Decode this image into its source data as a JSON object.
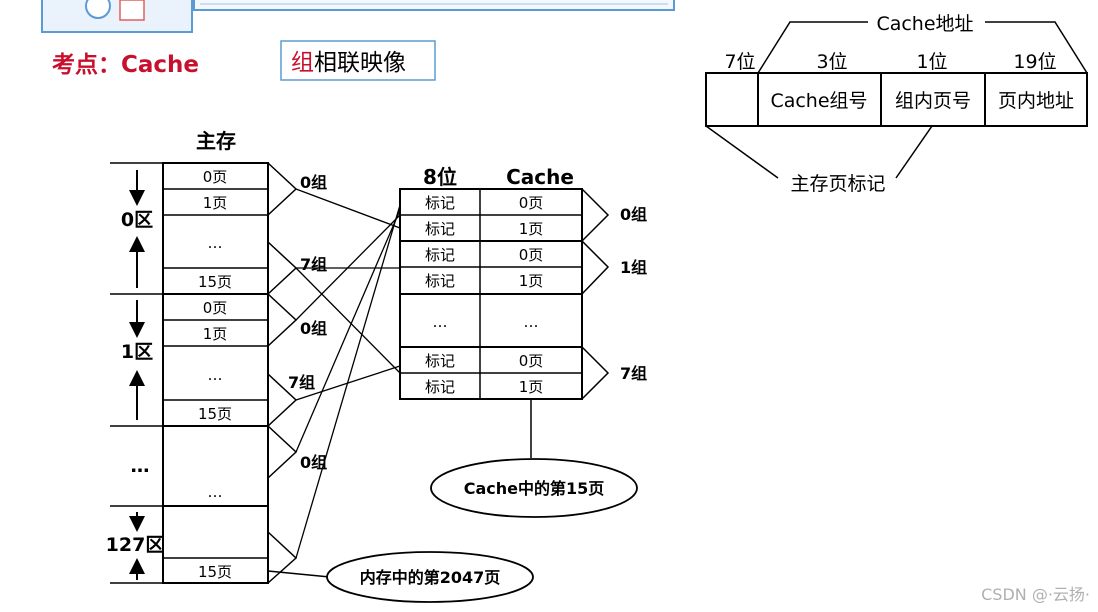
{
  "header": {
    "topic_prefix": "考点：",
    "topic_name": "Cache",
    "title_highlight": "组",
    "title_rest": "相联映像",
    "accent_color": "#c8102e",
    "title_border_color": "#5b9bd5"
  },
  "cache_address": {
    "title": "Cache地址",
    "widths": [
      "7位",
      "3位",
      "1位",
      "19位"
    ],
    "fields": [
      "",
      "Cache组号",
      "组内页号",
      "页内地址"
    ],
    "tag_label": "主存页标记"
  },
  "main_memory": {
    "title": "主存",
    "zone_labels": [
      "0区",
      "1区",
      "…",
      "127区"
    ],
    "zone0_rows": [
      "0页",
      "1页",
      "…",
      "15页"
    ],
    "zone1_rows": [
      "0页",
      "1页",
      "…",
      "15页"
    ],
    "zone_dots_row": "…",
    "zone127_rows": [
      "",
      "15页"
    ],
    "group_labels": [
      "0组",
      "7组",
      "0组",
      "7组",
      "0组"
    ]
  },
  "cache": {
    "tag_header": "8位",
    "title": "Cache",
    "rows": [
      {
        "tag": "标记",
        "page": "0页"
      },
      {
        "tag": "标记",
        "page": "1页"
      },
      {
        "tag": "标记",
        "page": "0页"
      },
      {
        "tag": "标记",
        "page": "1页"
      },
      {
        "tag": "…",
        "page": "…"
      },
      {
        "tag": "标记",
        "page": "0页"
      },
      {
        "tag": "标记",
        "page": "1页"
      }
    ],
    "group_labels": [
      "0组",
      "1组",
      "7组"
    ]
  },
  "callouts": {
    "cache_page": "Cache中的第15页",
    "mem_page": "内存中的第2047页"
  },
  "watermark": "CSDN @·云扬·"
}
